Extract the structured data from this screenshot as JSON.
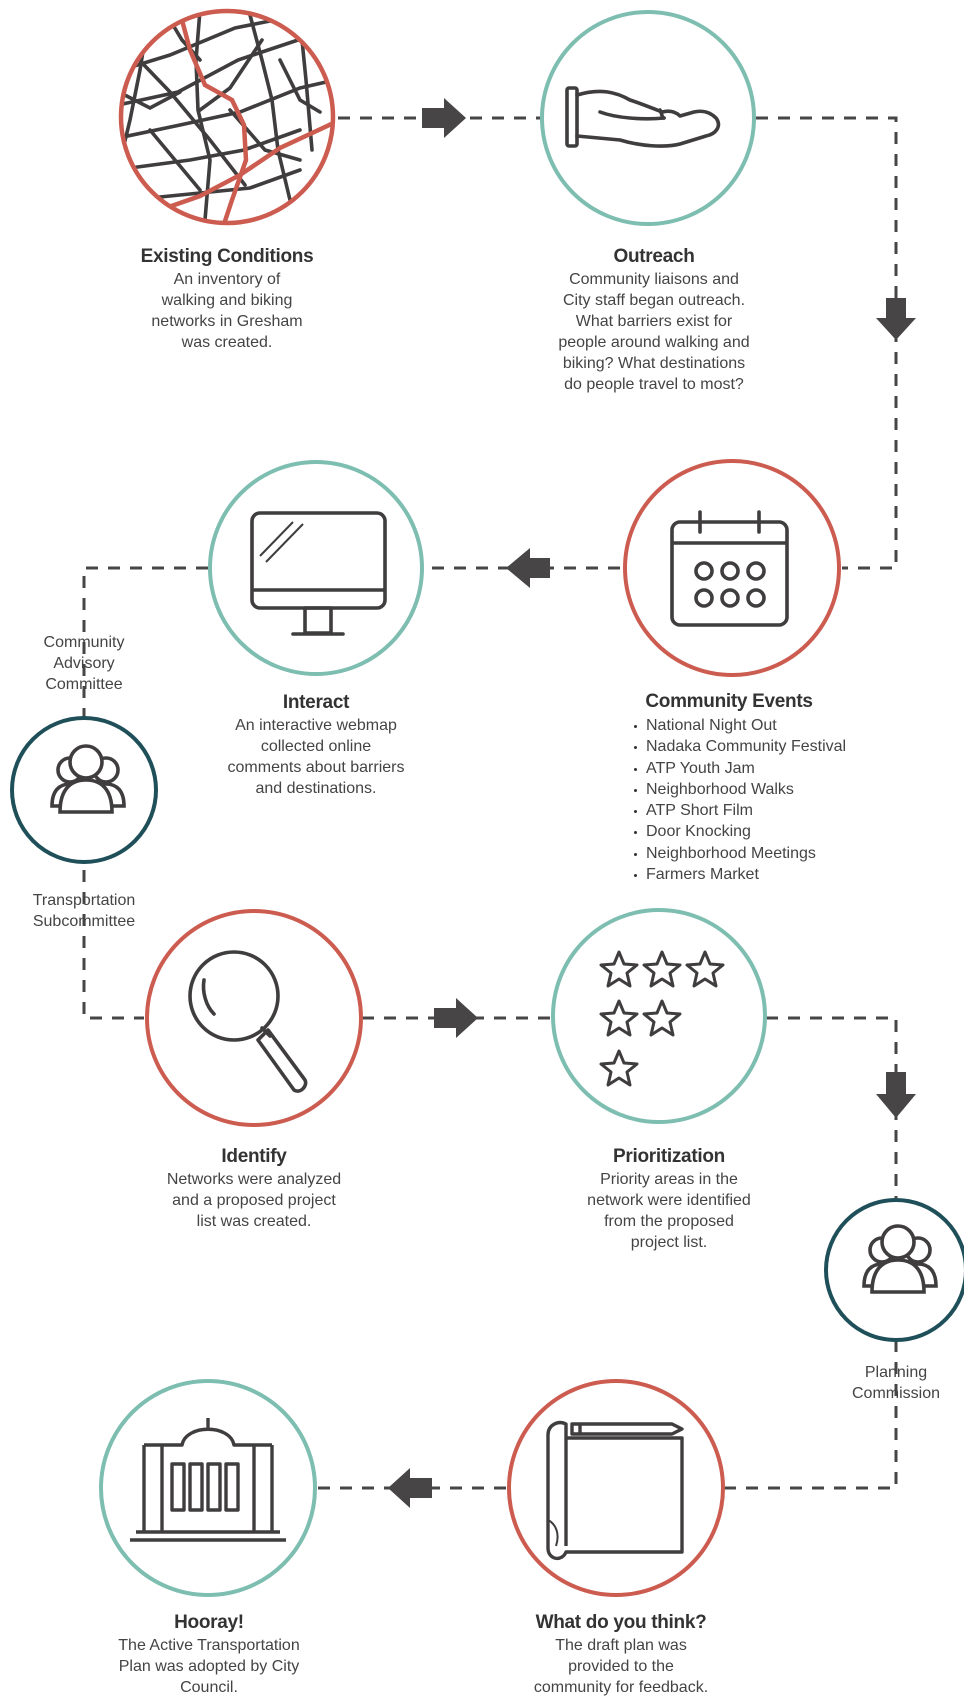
{
  "colors": {
    "red": "#cd5c50",
    "teal": "#7dbeb1",
    "navy": "#1f4f59",
    "ink": "#3f3d3d"
  },
  "steps": {
    "existing": {
      "title": "Existing Conditions",
      "lines": [
        "An inventory of",
        "walking and biking",
        "networks in Gresham",
        "was created."
      ]
    },
    "outreach": {
      "title": "Outreach",
      "lines": [
        "Community liaisons and",
        "City staff began outreach.",
        "What barriers exist for",
        "people around walking and",
        "biking? What destinations",
        "do people travel to most?"
      ]
    },
    "events": {
      "title": "Community Events",
      "items": [
        "National Night Out",
        "Nadaka Community Festival",
        "ATP Youth Jam",
        "Neighborhood Walks",
        "ATP Short Film",
        "Door Knocking",
        "Neighborhood Meetings",
        "Farmers Market"
      ]
    },
    "interact": {
      "title": "Interact",
      "lines": [
        "An interactive webmap",
        "collected online",
        "comments about barriers",
        "and destinations."
      ]
    },
    "identify": {
      "title": "Identify",
      "lines": [
        "Networks were analyzed",
        "and a proposed project",
        "list was created."
      ]
    },
    "prioritization": {
      "title": "Prioritization",
      "lines": [
        "Priority areas in the",
        "network were identified",
        "from the proposed",
        "project list."
      ]
    },
    "think": {
      "title": "What do you think?",
      "lines": [
        "The draft plan was",
        "provided to the",
        "community for feedback."
      ]
    },
    "hooray": {
      "title": "Hooray!",
      "lines": [
        "The Active Transportation",
        "Plan was adopted by City",
        "Council."
      ]
    }
  },
  "committees": {
    "cac": [
      "Community",
      "Advisory",
      "Committee"
    ],
    "ts": [
      "Transportation",
      "Subcommittee"
    ],
    "pc": [
      "Planning",
      "Commission"
    ]
  },
  "icons": [
    "street-map-icon",
    "open-hand-icon",
    "calendar-icon",
    "monitor-icon",
    "people-group-icon",
    "magnifier-icon",
    "stars-rating-icon",
    "document-pencil-icon",
    "city-hall-icon"
  ]
}
